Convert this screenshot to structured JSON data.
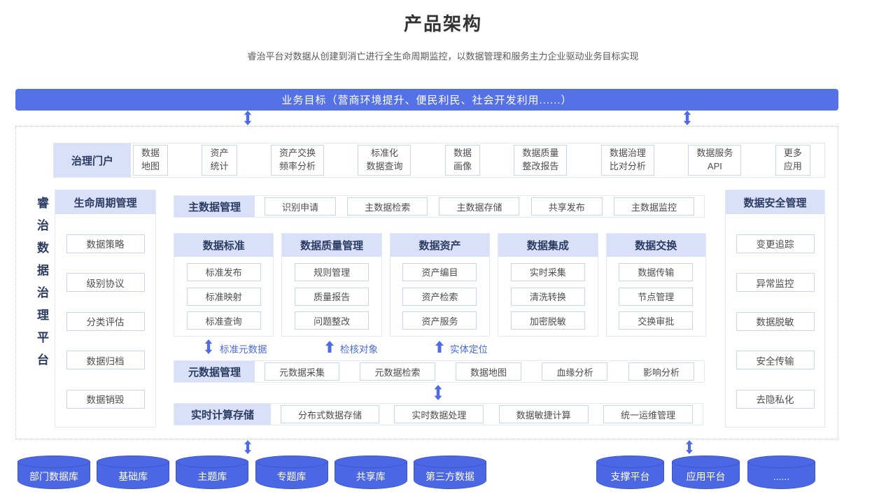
{
  "page": {
    "title": "产品架构",
    "subtitle": "睿治平台对数据从创建到消亡进行全生命周期监控，以数据管理和服务主力企业驱动业务目标实现"
  },
  "banner": {
    "label": "业务目标（营商环境提升、便民利民、社会开发利用......）"
  },
  "platform": {
    "label": "睿治数据治理平台"
  },
  "portal": {
    "header": "治理门户",
    "items": [
      "数据\n地图",
      "资产\n统计",
      "资产交换\n频率分析",
      "标准化\n数据查询",
      "数据\n画像",
      "数据质量\n整改报告",
      "数据治理\n比对分析",
      "数据服务\nAPI",
      "更多\n应用"
    ]
  },
  "lifecycle": {
    "header": "生命周期管理",
    "items": [
      "数据策略",
      "级别协议",
      "分类评估",
      "数据归档",
      "数据销毁"
    ]
  },
  "master_data": {
    "header": "主数据管理",
    "items": [
      "识别申请",
      "主数据检索",
      "主数据存储",
      "共享发布",
      "主数据监控"
    ]
  },
  "modules": [
    {
      "header": "数据标准",
      "items": [
        "标准发布",
        "标准映射",
        "标准查询"
      ]
    },
    {
      "header": "数据质量管理",
      "items": [
        "规则管理",
        "质量报告",
        "问题整改"
      ]
    },
    {
      "header": "数据资产",
      "items": [
        "资产编目",
        "资产检索",
        "资产服务"
      ]
    },
    {
      "header": "数据集成",
      "items": [
        "实时采集",
        "清洗转换",
        "加密脱敏"
      ]
    },
    {
      "header": "数据交换",
      "items": [
        "数据传输",
        "节点管理",
        "交换审批"
      ]
    }
  ],
  "flow_labels": [
    {
      "label": "标准元数据",
      "arrow": "double"
    },
    {
      "label": "检核对象",
      "arrow": "up"
    },
    {
      "label": "实体定位",
      "arrow": "up"
    }
  ],
  "metadata_mgmt": {
    "header": "元数据管理",
    "items": [
      "元数据采集",
      "元数据检索",
      "数据地图",
      "血缘分析",
      "影响分析"
    ]
  },
  "realtime": {
    "header": "实时计算存储",
    "items": [
      "分布式数据存储",
      "实时数据处理",
      "数据敏捷计算",
      "统一运维管理"
    ]
  },
  "security": {
    "header": "数据安全管理",
    "items": [
      "变更追踪",
      "异常监控",
      "数据脱敏",
      "安全传输",
      "去隐私化"
    ]
  },
  "databases": {
    "left": [
      "部门数据库",
      "基础库",
      "主题库",
      "专题库",
      "共享库",
      "第三方数据"
    ],
    "right": [
      "支撑平台",
      "应用平台",
      "......"
    ]
  },
  "colors": {
    "primary_blue": "#5571e6",
    "cylinder_blue": "#4c67e4",
    "header_lavender": "#d9e0f7",
    "header_text": "#2b3c64",
    "arrow_blue": "#4f6ce2",
    "flow_label_blue": "#4a6ae0",
    "box_border": "#c8d5ef"
  }
}
